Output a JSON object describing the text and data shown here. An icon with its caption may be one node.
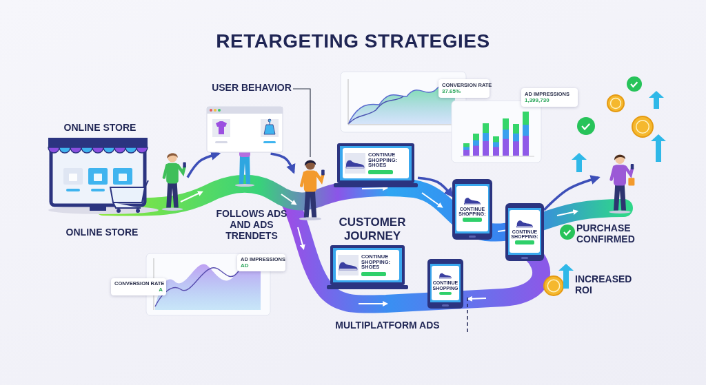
{
  "diagram": {
    "title": "RETARGETING STRATEGIES",
    "nodes": [
      {
        "text": [],
        "shape": "person"
      },
      {
        "text": [
          "USER BEHAVIOR"
        ]
      },
      {
        "text": [],
        "shape": "picture"
      },
      {
        "text": [],
        "shape": "person"
      },
      {
        "text": [
          "CONVERSION RATE",
          "37.65%"
        ]
      },
      {
        "text": [
          "AD IMPRESSIONS",
          "1,399,730"
        ]
      },
      {
        "text": [
          "CONTINUE SHOPPING: SHOES"
        ]
      },
      {
        "text": [
          "CONTINUE SHOPPING:"
        ]
      },
      {
        "text": [
          "CONTINUE SHOPPING:"
        ]
      },
      {
        "text": [],
        "shape": "person"
      },
      {
        "text": [
          "AD IMPRESSIONS",
          "AD"
        ]
      },
      {
        "text": [
          "CONVERSION RATE",
          "A"
        ]
      },
      {
        "text": [
          "CONTINUE SHOPPING: SHOES"
        ]
      },
      {
        "text": [
          "CONTINUE SHOPPING"
        ]
      }
    ],
    "edges": [
      {
        "from": 0,
        "to": 2,
        "arrow": "to"
      },
      {
        "from": 2,
        "to": 3,
        "arrow": "to"
      },
      {
        "from": 1,
        "to": 3,
        "arrow": "none",
        "color": "#333a4a"
      },
      {
        "from": 6,
        "to": 7,
        "arrow": "to"
      },
      {
        "from": 8,
        "to": 9,
        "arrow": "to"
      }
    ],
    "labels": [
      "ONLINE STORE",
      "ONLINE STORE",
      "FOLLOWS ADS AND ADS TRENDETS",
      "CUSTOMER JOURNEY",
      "MULTIPLATFORM ADS",
      "PURCHASE CONFIRMED",
      "INCREASED ROI"
    ]
  }
}
